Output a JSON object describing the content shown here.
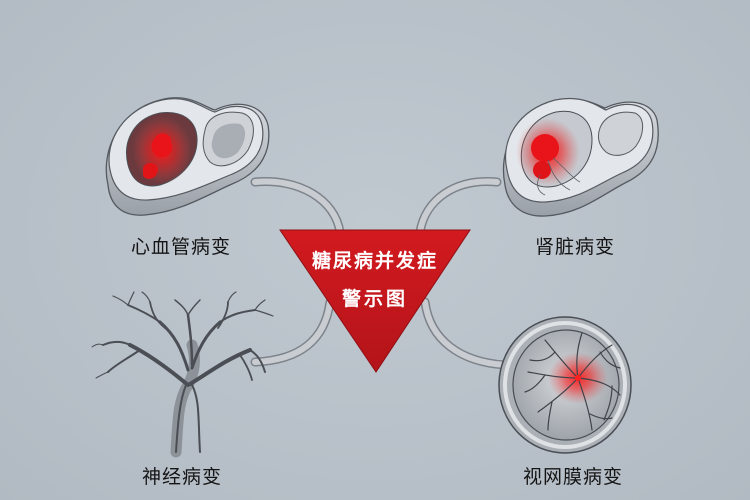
{
  "center": {
    "title_line1": "糖尿病并发症",
    "title_line2": "警示图",
    "color": "#c4161c"
  },
  "nodes": [
    {
      "id": "cardiovascular",
      "label": "心血管病变",
      "icon": "heart-cross-section-icon",
      "position": "top-left"
    },
    {
      "id": "kidney",
      "label": "肾脏病变",
      "icon": "kidney-cross-section-icon",
      "position": "top-right"
    },
    {
      "id": "nerve",
      "label": "神经病变",
      "icon": "nerve-tree-icon",
      "position": "bottom-left"
    },
    {
      "id": "retina",
      "label": "视网膜病变",
      "icon": "retina-eye-icon",
      "position": "bottom-right"
    }
  ],
  "colors": {
    "background": "#b8c0c9",
    "highlight": "#e8141a",
    "sketch": "#4a4e54"
  }
}
